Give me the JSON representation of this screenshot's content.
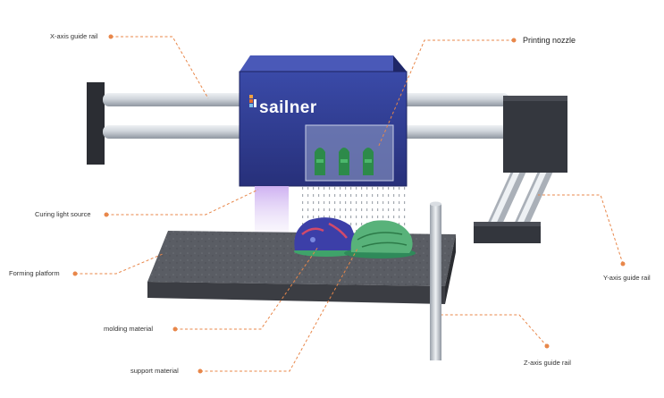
{
  "brand": {
    "name": "sailner",
    "colors": {
      "printhead": "#2e3a8c",
      "callout": "#e8874a",
      "platform": "#55575e",
      "rail": "#c7ccd3"
    }
  },
  "labels": {
    "x_axis_rail": "X-axis guide rail",
    "printing_nozzle": "Printing nozzle",
    "curing_light": "Curing light source",
    "forming_platform": "Forming platform",
    "molding_material": "molding material",
    "support_material": "support material",
    "y_axis_rail": "Y-axis guide rail",
    "z_axis_rail": "Z-axis guide rail"
  }
}
